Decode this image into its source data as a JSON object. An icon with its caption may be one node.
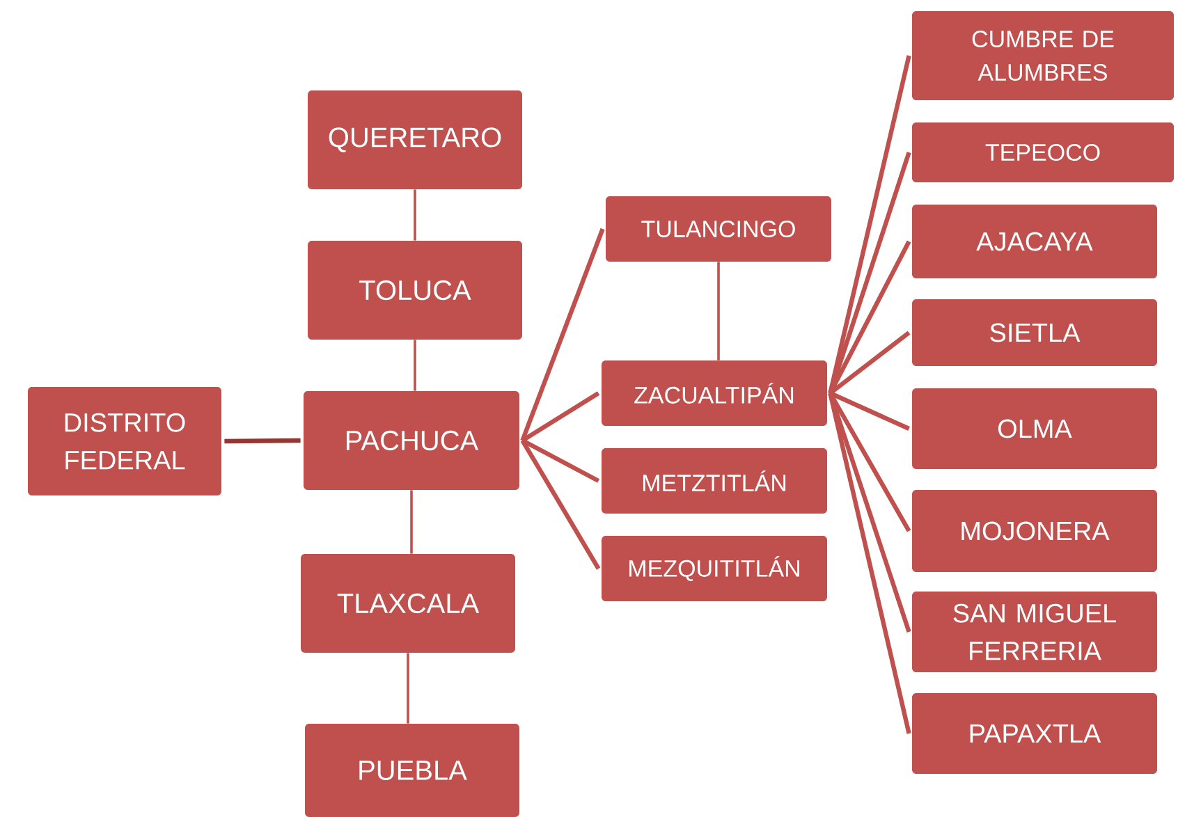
{
  "diagram": {
    "nodes": [
      {
        "text": [
          "DISTRITO FEDERAL"
        ]
      },
      {
        "text": [
          "QUERETARO"
        ]
      },
      {
        "text": [
          "TOLUCA"
        ]
      },
      {
        "text": [
          "PACHUCA"
        ]
      },
      {
        "text": [
          "TLAXCALA"
        ]
      },
      {
        "text": [
          "PUEBLA"
        ]
      },
      {
        "text": [
          "TULANCINGO"
        ]
      },
      {
        "text": [
          "ZACUALTIPÁN"
        ]
      },
      {
        "text": [
          "METZTITLÁN"
        ]
      },
      {
        "text": [
          "MEZQUITITLÁN"
        ]
      },
      {
        "text": [
          "CUMBRE DE ALUMBRES"
        ]
      },
      {
        "text": [
          "TEPEOCO"
        ]
      },
      {
        "text": [
          "AJACAYA"
        ]
      },
      {
        "text": [
          "SIETLA"
        ]
      },
      {
        "text": [
          "OLMA"
        ]
      },
      {
        "text": [
          "MOJONERA"
        ]
      },
      {
        "text": [
          "SAN MIGUEL FERRERIA"
        ]
      },
      {
        "text": [
          "PAPAXTLA"
        ]
      }
    ],
    "edges": [
      {
        "from": 0,
        "to": 3,
        "arrow": "none",
        "color": "#943634"
      },
      {
        "from": 1,
        "to": 2,
        "arrow": "none"
      },
      {
        "from": 2,
        "to": 3,
        "arrow": "none"
      },
      {
        "from": 3,
        "to": 4,
        "arrow": "none"
      },
      {
        "from": 4,
        "to": 5,
        "arrow": "none"
      },
      {
        "from": 3,
        "to": 6,
        "arrow": "none"
      },
      {
        "from": 3,
        "to": 7,
        "arrow": "none"
      },
      {
        "from": 3,
        "to": 8,
        "arrow": "none"
      },
      {
        "from": 3,
        "to": 9,
        "arrow": "none"
      },
      {
        "from": 6,
        "to": 7,
        "arrow": "none"
      },
      {
        "from": 7,
        "to": 10,
        "arrow": "none"
      },
      {
        "from": 7,
        "to": 11,
        "arrow": "none"
      },
      {
        "from": 7,
        "to": 12,
        "arrow": "none"
      },
      {
        "from": 7,
        "to": 13,
        "arrow": "none"
      },
      {
        "from": 7,
        "to": 14,
        "arrow": "none"
      },
      {
        "from": 7,
        "to": 15,
        "arrow": "none"
      },
      {
        "from": 7,
        "to": 16,
        "arrow": "none"
      },
      {
        "from": 7,
        "to": 17,
        "arrow": "none"
      }
    ]
  }
}
